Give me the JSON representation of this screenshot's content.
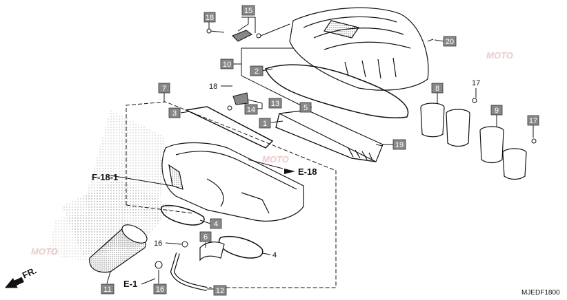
{
  "parts": [
    {
      "id": "p1",
      "label": "1"
    },
    {
      "id": "p2",
      "label": "2"
    },
    {
      "id": "p3",
      "label": "3"
    },
    {
      "id": "p4a",
      "label": "4"
    },
    {
      "id": "p4b",
      "label": "4"
    },
    {
      "id": "p5",
      "label": "5"
    },
    {
      "id": "p6",
      "label": "6"
    },
    {
      "id": "p7",
      "label": "7"
    },
    {
      "id": "p8",
      "label": "8"
    },
    {
      "id": "p9",
      "label": "9"
    },
    {
      "id": "p10",
      "label": "10"
    },
    {
      "id": "p11",
      "label": "11"
    },
    {
      "id": "p12",
      "label": "12"
    },
    {
      "id": "p13",
      "label": "13"
    },
    {
      "id": "p14",
      "label": "14"
    },
    {
      "id": "p15",
      "label": "15"
    },
    {
      "id": "p16a",
      "label": "16"
    },
    {
      "id": "p16b",
      "label": "16"
    },
    {
      "id": "p17a",
      "label": "17"
    },
    {
      "id": "p17b",
      "label": "17"
    },
    {
      "id": "p18a",
      "label": "18"
    },
    {
      "id": "p18b",
      "label": "18"
    },
    {
      "id": "p19",
      "label": "19"
    },
    {
      "id": "p20",
      "label": "20"
    }
  ],
  "refs": {
    "f181": "F-18-1",
    "e18": "E-18",
    "e1": "E-1",
    "fr": "FR."
  },
  "diagram_code": "MJEDF1800",
  "watermark": "MOTO"
}
